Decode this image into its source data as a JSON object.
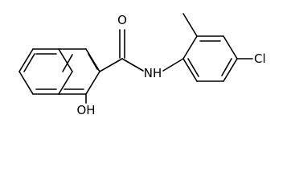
{
  "molecule": {
    "atoms": {
      "oxygen_carbonyl": "O",
      "amide_nh": "NH",
      "chlorine": "Cl",
      "hydroxyl": "OH"
    },
    "colors": {
      "bond": "#000000",
      "label": "#000000",
      "background": "#ffffff"
    }
  }
}
